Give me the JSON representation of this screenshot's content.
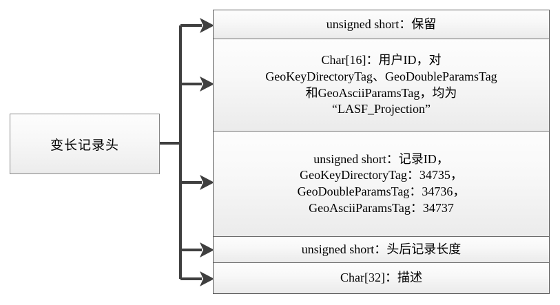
{
  "diagram": {
    "title_node": {
      "label": "变长记录头"
    },
    "fields": [
      {
        "name": "reserved",
        "text": "unsigned short：保留"
      },
      {
        "name": "user-id",
        "text": "Char[16]：用户ID，对\nGeoKeyDirectoryTag、GeoDoubleParamsTag\n和GeoAsciiParamsTag，均为\n“LASF_Projection”"
      },
      {
        "name": "record-id",
        "text": "unsigned short：记录ID，\nGeoKeyDirectoryTag：34735，\nGeoDoubleParamsTag：34736，\nGeoAsciiParamsTag：34737"
      },
      {
        "name": "record-length-after-header",
        "text": "unsigned short：头后记录长度"
      },
      {
        "name": "description",
        "text": "Char[32]：描述"
      }
    ],
    "colors": {
      "connector": "#3f3f3f",
      "box_border": "#868686",
      "row_border": "#6d6d6d",
      "stack_border": "#585858",
      "fill_top": "#fdfdfd",
      "fill_bottom": "#ebebeb",
      "background": "#ffffff"
    }
  }
}
